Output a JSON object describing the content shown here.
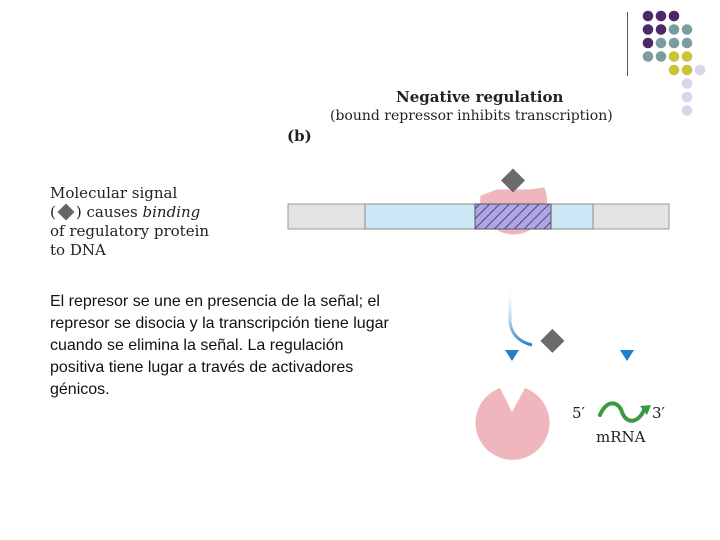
{
  "header": {
    "title": "Negative regulation",
    "subtitle": "(bound repressor inhibits transcription)",
    "panel_label": "(b)"
  },
  "signal_label": {
    "line1": "Molecular signal",
    "line2_open": "(",
    "line2_mid": ") causes ",
    "line2_italic": "binding",
    "line3": "of regulatory protein",
    "line4": "to DNA"
  },
  "caption": "El represor se une en presencia de la señal; el represor se disocia y la transcripción tiene lugar cuando se elimina la señal. La regulación positiva tiene lugar a través de activadores génicos.",
  "mrna": {
    "five_prime": "5′",
    "three_prime": "3′",
    "label": "mRNA"
  },
  "colors": {
    "purple": "#4a2a6a",
    "teal": "#7a9ea0",
    "olive": "#c9c43a",
    "lavender": "#d8d6ec",
    "repressor": "#f0b6bd",
    "dna_grey": "#e3e3e3",
    "dna_blue": "#cfe8f7",
    "operator": "#b0a6e0",
    "signal": "#6b6b6b",
    "arrow_blue": "#1f7fc9",
    "mrna_green": "#3a9a3e"
  },
  "icons": {
    "corner_dots": "decorative-dot-grid",
    "signal": "diamond-signal-icon",
    "repressor": "repressor-protein-icon",
    "arrow": "down-arrow-icon",
    "mrna": "mrna-squiggle-icon"
  }
}
